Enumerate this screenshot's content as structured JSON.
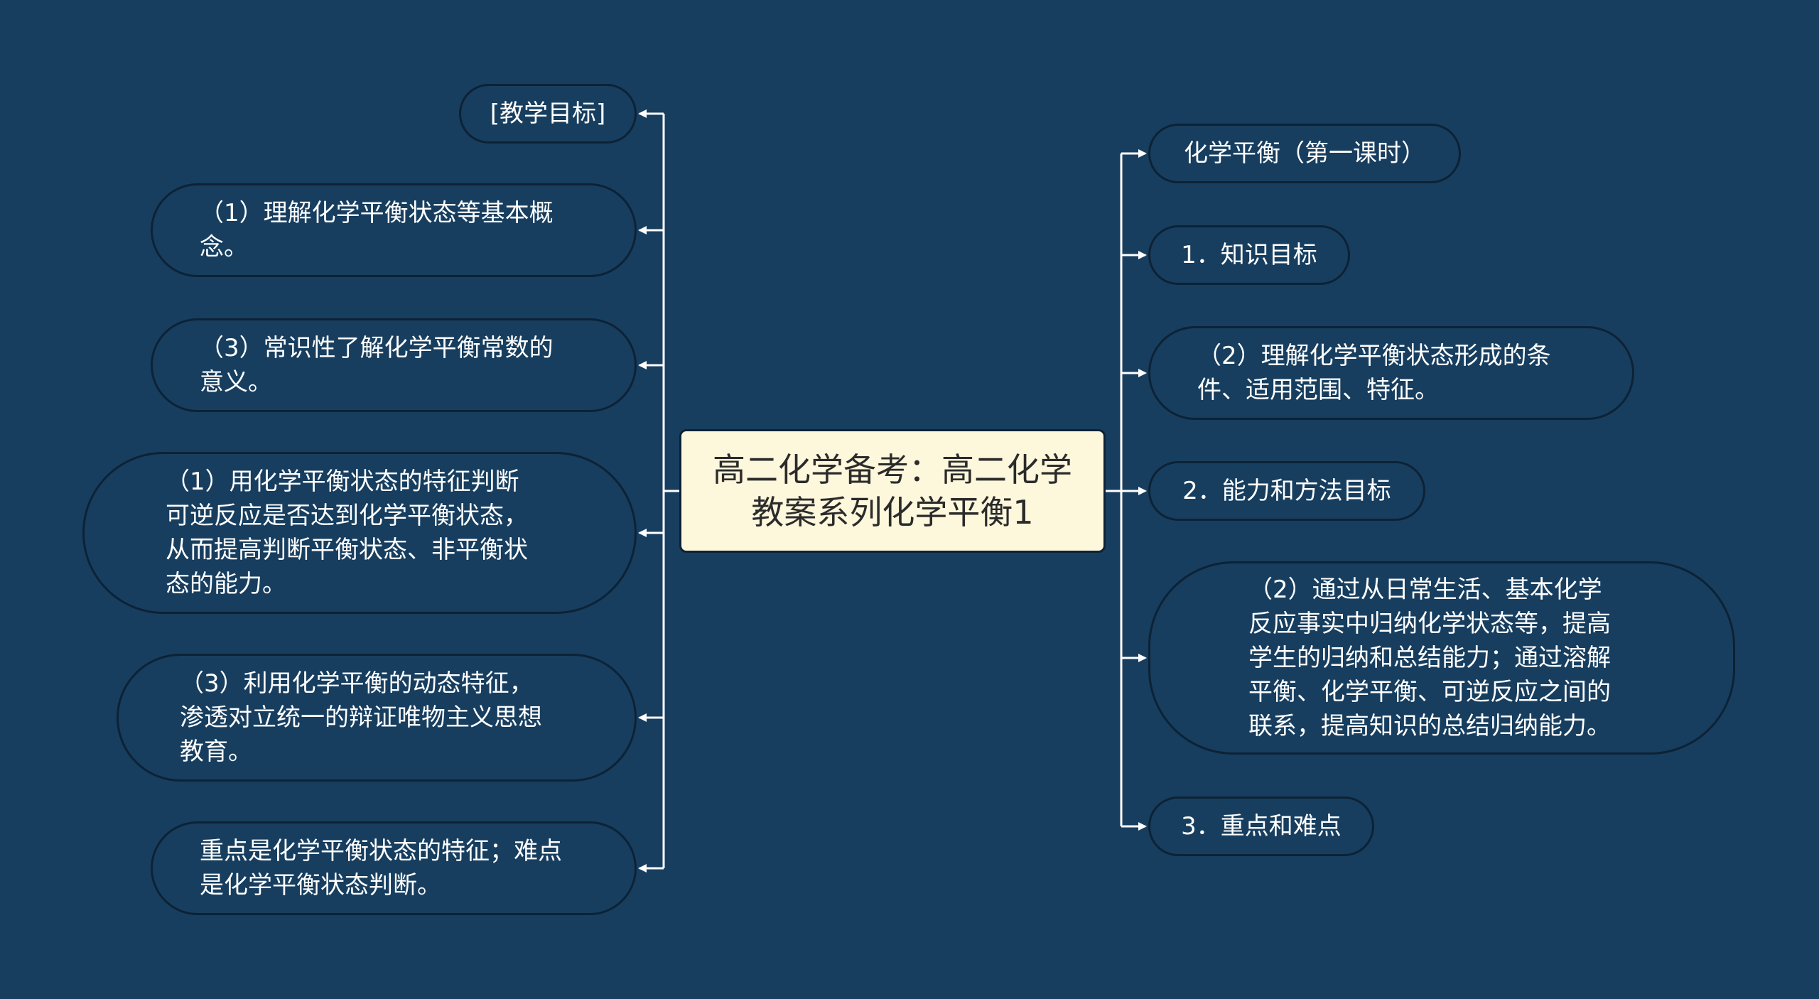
{
  "root": {
    "title": "高二化学备考：高二化学\n教案系列化学平衡1"
  },
  "left_nodes": [
    {
      "label": "[教学目标]"
    },
    {
      "label": "（1）理解化学平衡状态等基本概\n念。"
    },
    {
      "label": "（3）常识性了解化学平衡常数的\n意义。"
    },
    {
      "label": "（1）用化学平衡状态的特征判断\n可逆反应是否达到化学平衡状态，\n从而提高判断平衡状态、非平衡状\n态的能力。"
    },
    {
      "label": "（3）利用化学平衡的动态特征，\n渗透对立统一的辩证唯物主义思想\n教育。"
    },
    {
      "label": "重点是化学平衡状态的特征；难点\n是化学平衡状态判断。"
    }
  ],
  "right_nodes": [
    {
      "label": "化学平衡（第一课时）"
    },
    {
      "label": "1．知识目标"
    },
    {
      "label": "（2）理解化学平衡状态形成的条\n件、适用范围、特征。"
    },
    {
      "label": "2．能力和方法目标"
    },
    {
      "label": "（2）通过从日常生活、基本化学\n反应事实中归纳化学状态等，提高\n学生的归纳和总结能力；通过溶解\n平衡、化学平衡、可逆反应之间的\n联系，提高知识的总结归纳能力。"
    },
    {
      "label": "3．重点和难点"
    }
  ],
  "colors": {
    "background": "#173e5f",
    "root_fill": "#fdf7dc",
    "node_border": "#0d2236",
    "connector": "#ffffff",
    "text": "#ffffff"
  }
}
